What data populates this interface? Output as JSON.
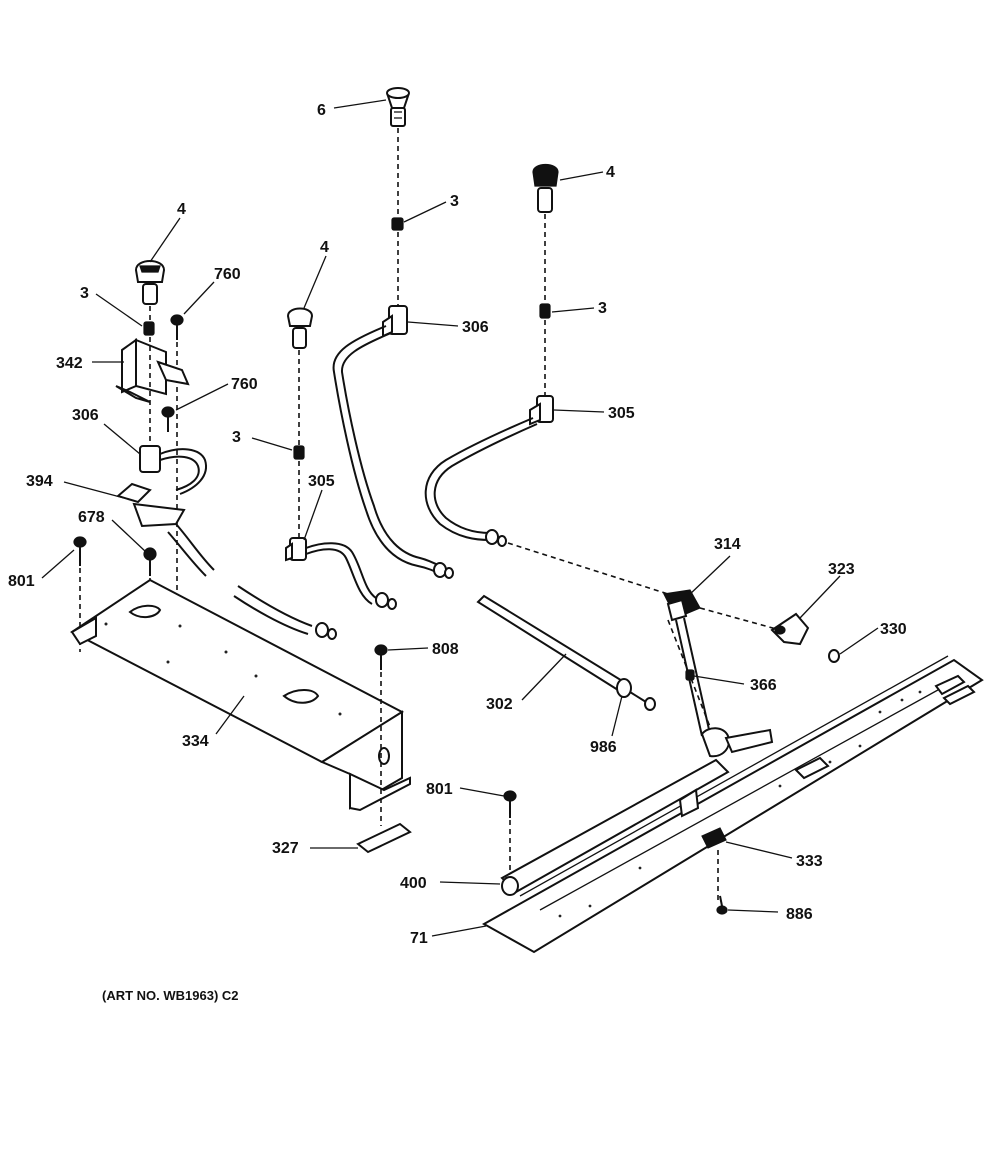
{
  "callouts": {
    "c6": "6",
    "c3_top": "3",
    "c306_top": "306",
    "c4_right": "4",
    "c3_right": "3",
    "c305_right": "305",
    "c4_left": "4",
    "c3_left": "3",
    "c760_top": "760",
    "c342": "342",
    "c760_mid": "760",
    "c306_left": "306",
    "c394": "394",
    "c678": "678",
    "c801_left": "801",
    "c4_mid": "4",
    "c3_mid": "3",
    "c305_mid": "305",
    "c314": "314",
    "c323": "323",
    "c330": "330",
    "c366": "366",
    "c302": "302",
    "c986": "986",
    "c808": "808",
    "c334": "334",
    "c801_mid": "801",
    "c327": "327",
    "c333": "333",
    "c400": "400",
    "c886": "886",
    "c71": "71"
  },
  "caption": "(ART NO. WB1963) C2"
}
